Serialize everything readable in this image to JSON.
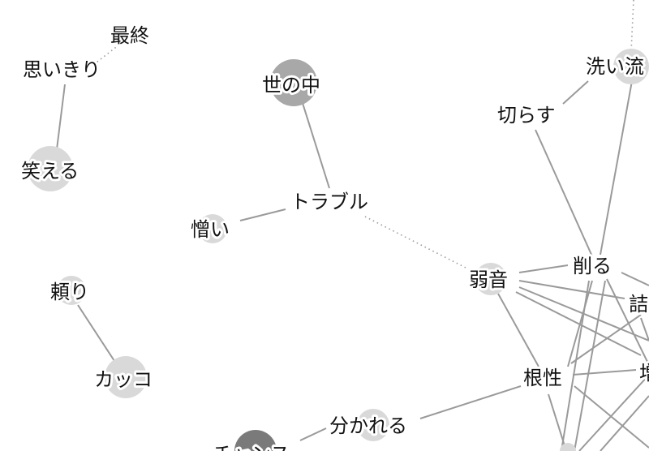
{
  "colors": {
    "edge": "#9a9a9a",
    "node_light": "#d9d9d9",
    "node_mid": "#a8a8a8",
    "node_dark": "#7a7a7a",
    "label": "#111111"
  },
  "nodes": {
    "saishuu": "最終",
    "omoikiri": "思いきり",
    "waraeru": "笑える",
    "yononaka": "世の中",
    "toraburu": "トラブル",
    "nikui": "憎い",
    "tayori": "頼り",
    "kakko": "カッコ",
    "wakareru": "分かれる",
    "chansu": "チャンス",
    "araiNagasu": "洗い流",
    "kirasu": "切らす",
    "kezuru": "削る",
    "jakuon": "弱音",
    "tsume": "詰",
    "konjou": "根性",
    "edgeChar": "増"
  }
}
